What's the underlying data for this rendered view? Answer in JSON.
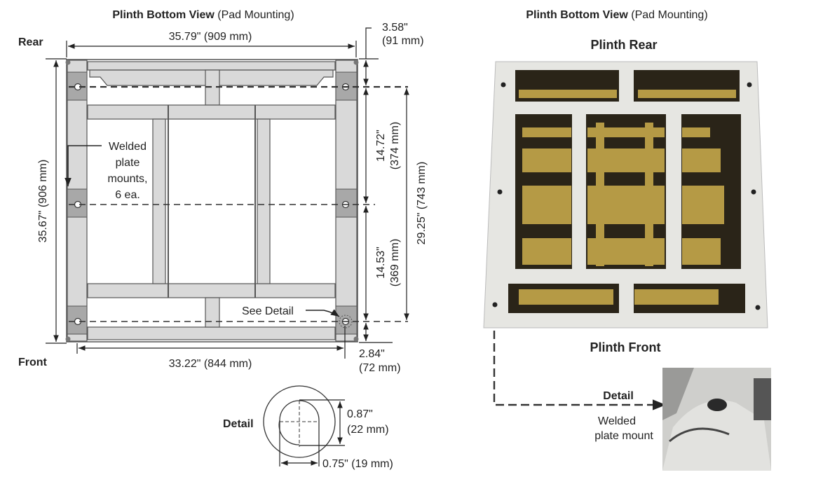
{
  "drawing": {
    "title_bold": "Plinth Bottom View",
    "title_normal": "(Pad Mounting)",
    "rear_label": "Rear",
    "front_label": "Front",
    "dim_width_top": "35.79\" (909 mm)",
    "dim_width_bottom": "33.22\" (844 mm)",
    "dim_depth": "35.67\" (906 mm)",
    "dim_rear_offset": [
      "3.58\"",
      "(91 mm)"
    ],
    "dim_upper_span": [
      "14.72\"",
      "(374 mm)"
    ],
    "dim_lower_span": [
      "14.53\"",
      "(369 mm)"
    ],
    "dim_total_span": "29.25\" (743 mm)",
    "dim_front_offset": [
      "2.84\"",
      "(72 mm)"
    ],
    "callout_mounts": [
      "Welded",
      "plate",
      "mounts,",
      "6 ea."
    ],
    "callout_see_detail": "See Detail",
    "detail": {
      "label": "Detail",
      "height_dim": [
        "0.87\"",
        "(22 mm)"
      ],
      "width_dim": "0.75\" (19 mm)"
    }
  },
  "photo": {
    "title_bold": "Plinth Bottom View",
    "title_normal": "(Pad Mounting)",
    "rear_label": "Plinth Rear",
    "front_label": "Plinth Front",
    "detail_label": "Detail",
    "detail_caption": [
      "Welded",
      "plate mount"
    ]
  },
  "colors": {
    "steel": "#d9d9d9",
    "plate": "#a8a8a8",
    "wood": "#b59a45"
  }
}
